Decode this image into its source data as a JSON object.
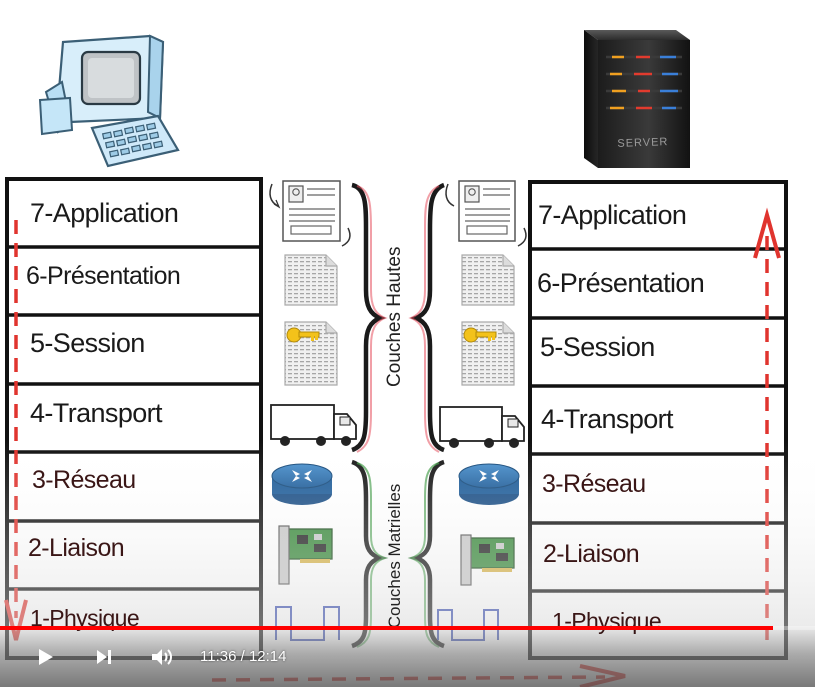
{
  "client_stack": {
    "layers": [
      "7-Application",
      "6-Présentation",
      "5-Session",
      "4-Transport",
      "3-Réseau",
      "2-Liaison",
      "1-Physique"
    ]
  },
  "server_stack": {
    "layers": [
      "7-Application",
      "6-Présentation",
      "5-Session",
      "4-Transport",
      "3-Réseau",
      "2-Liaison",
      "1-Physique"
    ],
    "server_label": "SERVER"
  },
  "groups": {
    "upper": "Couches Hautes",
    "lower": "Couches Matrielles"
  },
  "player": {
    "current_time": "11:36",
    "separator": "/",
    "duration": "12:14",
    "progress": 0.948
  },
  "colors": {
    "upper_brace": "#e6505f",
    "lower_brace": "#3f9a45",
    "arrow": "#e0342e",
    "progress": "#ff0000"
  },
  "icons": [
    "document-with-photo-icon",
    "data-sheet-icon",
    "key-document-icon",
    "delivery-truck-icon",
    "router-icon",
    "network-card-icon",
    "signal-wave-icon"
  ]
}
